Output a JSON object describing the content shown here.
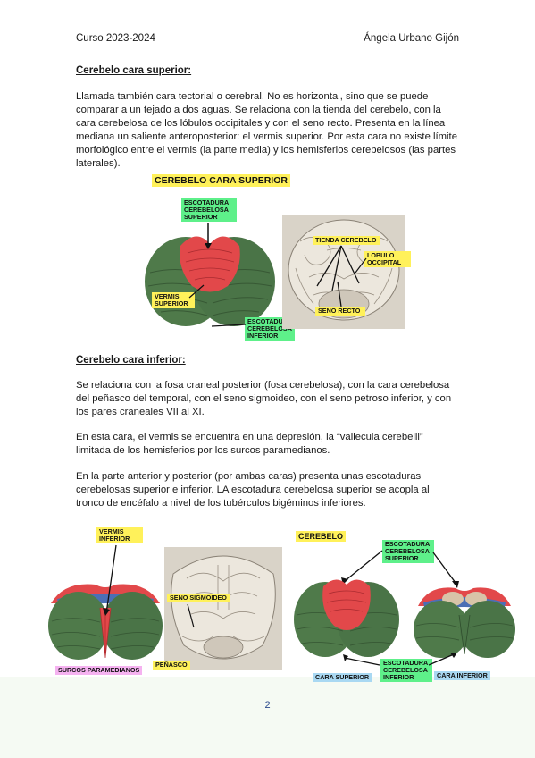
{
  "header": {
    "left": "Curso 2023-2024",
    "right": "Ángela Urbano Gijón"
  },
  "section_superior": {
    "title": "Cerebelo cara superior:",
    "paragraph": "Llamada también cara tectorial o cerebral. No es horizontal, sino que se puede comparar a un tejado a dos aguas. Se relaciona con la tienda del cerebelo, con la cara cerebelosa de los lóbulos occipitales y con el seno recto. Presenta en la línea mediana un saliente anteroposterior: el vermis superior. Por esta cara no existe límite morfológico entre el vermis (la parte media) y los hemisferios cerebelosos (las partes laterales)."
  },
  "figure1": {
    "title": "CEREBELO CARA SUPERIOR",
    "labels": {
      "escotadura_superior": "ESCOTADURA CEREBELOSA SUPERIOR",
      "vermis_superior": "VERMIS SUPERIOR",
      "escotadura_inferior": "ESCOTADURA CEREBELOSA INFERIOR",
      "tienda": "TIENDA CEREBELO",
      "lobulo": "LOBULO OCCIPITAL",
      "seno_recto": "SENO RECTO"
    }
  },
  "section_inferior": {
    "title": "Cerebelo cara inferior:",
    "paragraphs": [
      "Se relaciona con la fosa craneal posterior (fosa cerebelosa), con la cara cerebelosa del peñasco del temporal, con el seno sigmoideo, con el seno petroso inferior, y con los pares craneales VII al XI.",
      "En esta cara, el vermis se encuentra en una depresión, la “vallecula cerebelli” limitada de los hemisferios por los surcos paramedianos.",
      "En la parte anterior y posterior (por ambas caras) presenta unas escotaduras cerebelosas superior e inferior. LA escotadura cerebelosa superior se acopla al tronco de encéfalo a nivel de los tubérculos bigéminos inferiores."
    ]
  },
  "figure2": {
    "labels": {
      "vermis_inferior": "VERMIS INFERIOR",
      "surcos": "SURCOS PARAMEDIANOS",
      "seno_sigmoideo": "SENO SIGMOIDEO",
      "penasco": "PEÑASCO",
      "cerebelo": "CEREBELO",
      "escotadura_superior": "ESCOTADURA CEREBELOSA SUPERIOR",
      "escotadura_inferior": "ESCOTADURA CEREBELOSA INFERIOR",
      "cara_superior": "CARA SUPERIOR",
      "cara_inferior": "CARA INFERIOR"
    }
  },
  "page_number": "2",
  "colors": {
    "hemisphere_green": "#4f7a4a",
    "vermis_red": "#e2484a",
    "label_yellow": "#fff15a",
    "label_green": "#5ef08a"
  }
}
